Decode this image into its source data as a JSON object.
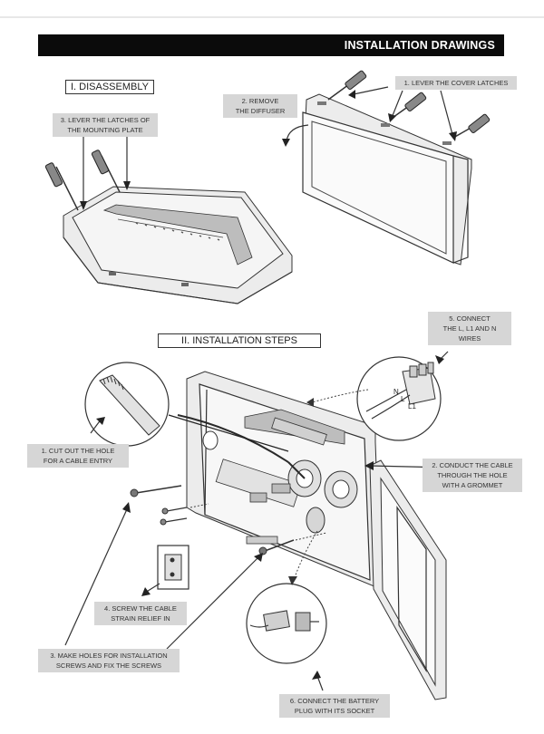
{
  "header": {
    "title": "INSTALLATION DRAWINGS"
  },
  "sections": {
    "disassembly": "I. DISASSEMBLY",
    "installation": "II. INSTALLATION STEPS"
  },
  "labels": {
    "lever_mounting": [
      "3. LEVER THE LATCHES OF",
      "THE MOUNTING PLATE"
    ],
    "remove_diffuser": [
      "2. REMOVE",
      "THE DIFFUSER"
    ],
    "lever_cover": [
      "1. LEVER THE COVER LATCHES"
    ],
    "connect_wires": [
      "5. CONNECT",
      "THE L, L1 AND N",
      "WIRES"
    ],
    "cut_hole": [
      "1. CUT OUT THE HOLE",
      "FOR A CABLE ENTRY"
    ],
    "conduct_cable": [
      "2. CONDUCT THE CABLE",
      "THROUGH THE HOLE",
      "WITH A GROMMET"
    ],
    "screw_strain": [
      "4. SCREW THE CABLE",
      "STRAIN RELIEF IN"
    ],
    "make_holes": [
      "3. MAKE HOLES FOR INSTALLATION",
      "SCREWS AND FIX THE SCREWS"
    ],
    "connect_battery": [
      "6. CONNECT THE BATTERY",
      "PLUG WITH ITS SOCKET"
    ]
  },
  "wire_labels": {
    "n": "N",
    "l": "L",
    "l1": "L1"
  }
}
